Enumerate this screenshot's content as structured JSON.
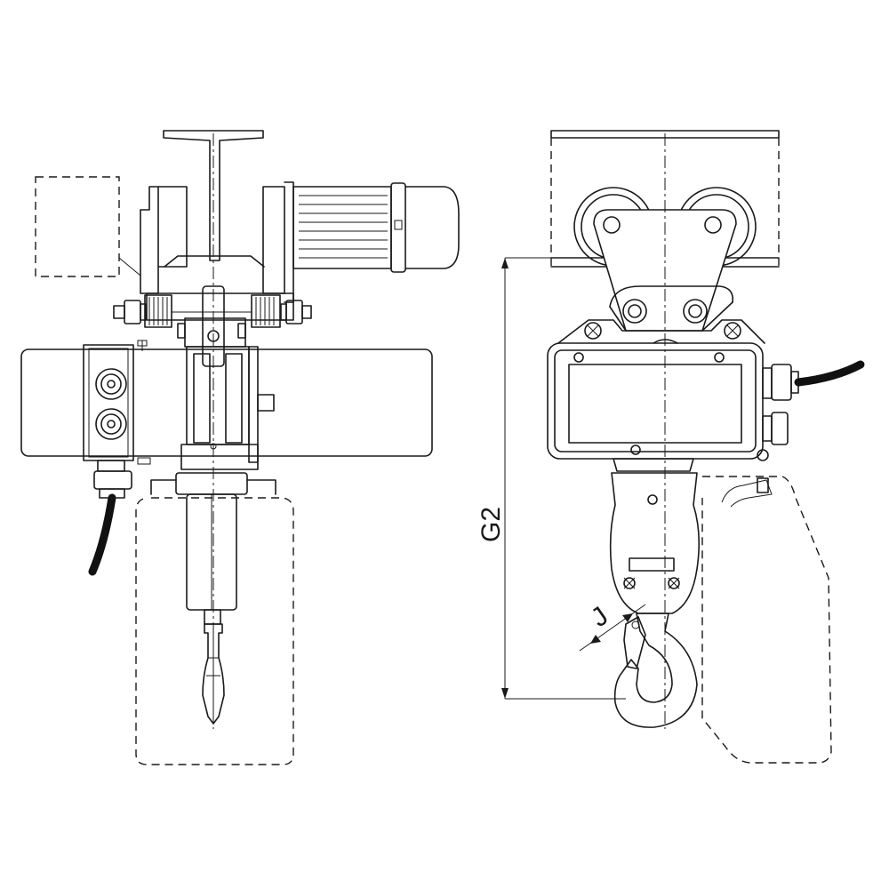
{
  "diagram": {
    "labels": {
      "height_dimension": "G2",
      "hook_dimension": "J"
    },
    "views": [
      "side-view",
      "front-view"
    ]
  }
}
